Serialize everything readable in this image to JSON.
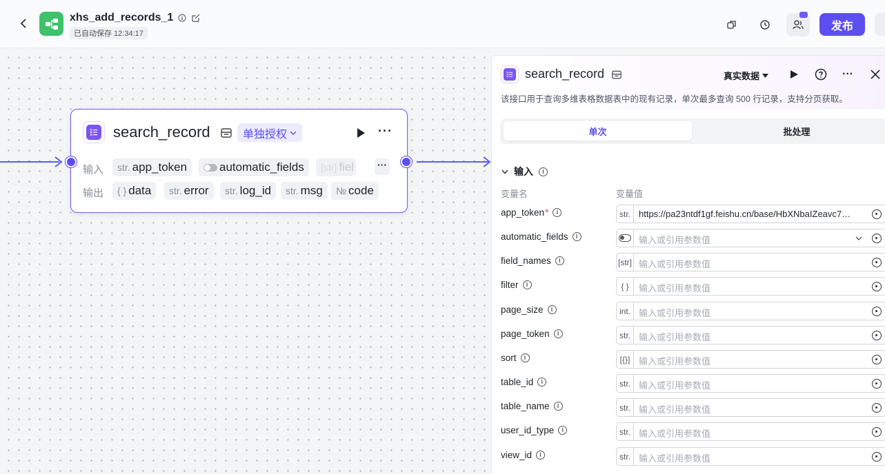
{
  "header": {
    "title": "xhs_add_records_1",
    "autosave": "已自动保存 12:34:17",
    "publish_label": "发布"
  },
  "node": {
    "title": "search_record",
    "auth_label": "单独授权",
    "input_label": "输入",
    "output_label": "输出",
    "inputs": [
      {
        "prefix": "str.",
        "name": "app_token"
      },
      {
        "prefix": "",
        "name": "automatic_fields"
      },
      {
        "prefix": "[str]",
        "name": "fiel"
      }
    ],
    "outputs": [
      {
        "prefix": "{ }",
        "name": "data"
      },
      {
        "prefix": "str.",
        "name": "error"
      },
      {
        "prefix": "str.",
        "name": "log_id"
      },
      {
        "prefix": "str.",
        "name": "msg"
      },
      {
        "prefix": "№",
        "name": "code"
      }
    ]
  },
  "panel": {
    "title": "search_record",
    "data_mode": "真实数据",
    "description": "该接口用于查询多维表格数据表中的现有记录，单次最多查询 500 行记录，支持分页获取。",
    "tabs": [
      "单次",
      "批处理"
    ],
    "section_title": "输入",
    "col_name": "变量名",
    "col_value": "变量值",
    "placeholder": "输入或引用参数值",
    "params": [
      {
        "name": "app_token",
        "required": true,
        "type": "str.",
        "value": "https://pa23ntdf1gf.feishu.cn/base/HbXNbaIZeavc7…"
      },
      {
        "name": "automatic_fields",
        "required": false,
        "type": "toggle",
        "value": ""
      },
      {
        "name": "field_names",
        "required": false,
        "type": "[str]",
        "value": ""
      },
      {
        "name": "filter",
        "required": false,
        "type": "{ }",
        "value": ""
      },
      {
        "name": "page_size",
        "required": false,
        "type": "int.",
        "value": ""
      },
      {
        "name": "page_token",
        "required": false,
        "type": "str.",
        "value": ""
      },
      {
        "name": "sort",
        "required": false,
        "type": "[{}]",
        "value": ""
      },
      {
        "name": "table_id",
        "required": false,
        "type": "str.",
        "value": ""
      },
      {
        "name": "table_name",
        "required": false,
        "type": "str.",
        "value": ""
      },
      {
        "name": "user_id_type",
        "required": false,
        "type": "str.",
        "value": ""
      },
      {
        "name": "view_id",
        "required": false,
        "type": "str.",
        "value": ""
      }
    ]
  },
  "colors": {
    "accent": "#5b4ff0",
    "node_icon": "#7b56f0",
    "app_logo": "#3ec26c"
  }
}
